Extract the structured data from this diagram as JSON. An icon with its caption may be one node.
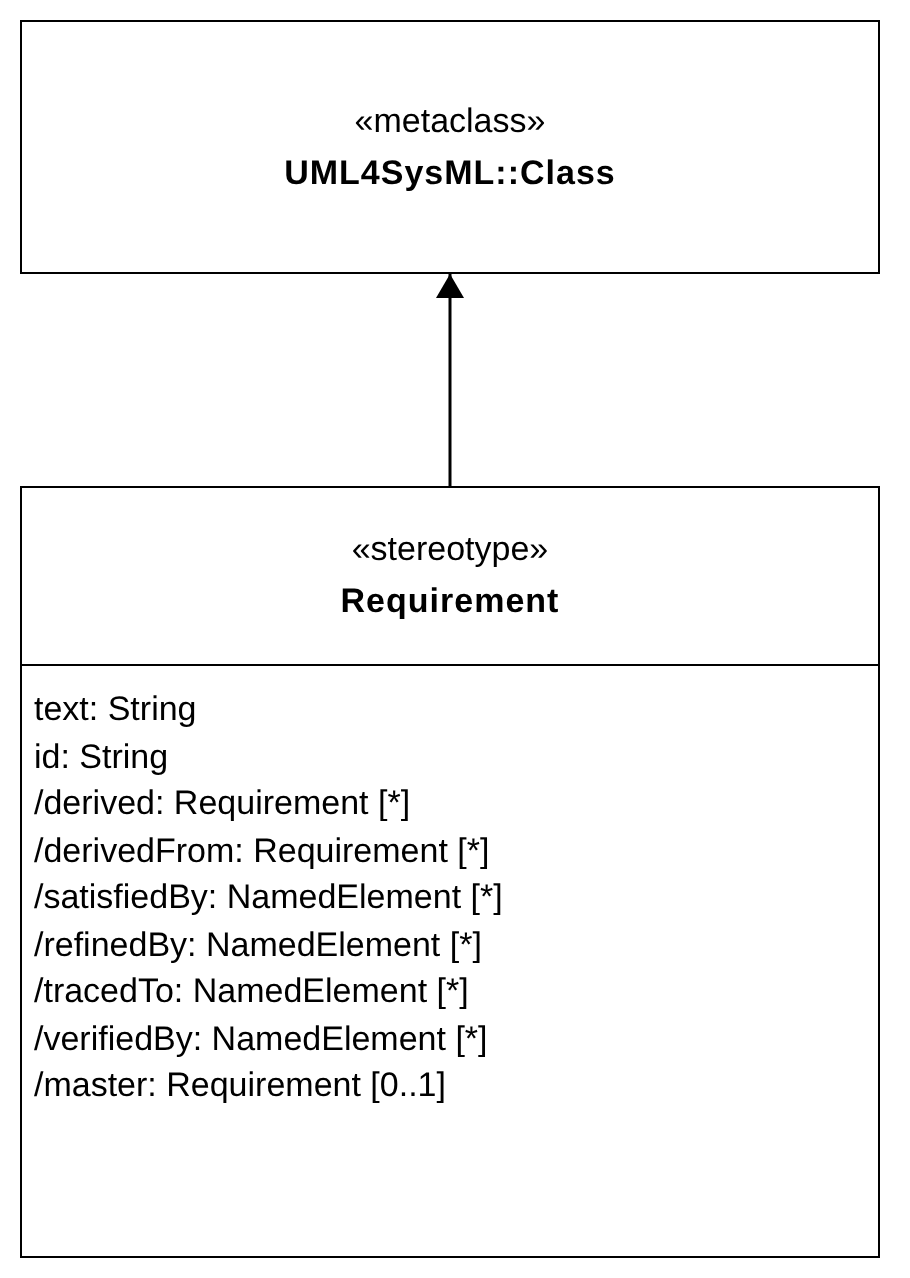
{
  "diagram": {
    "nodes": [
      {
        "text": [
          "«metaclass»",
          "UML4SysML::Class"
        ]
      },
      {
        "text": [
          "«stereotype»",
          "Requirement",
          "text: String",
          "id: String",
          "/derived: Requirement [*]",
          "/derivedFrom: Requirement [*]",
          "/satisfiedBy: NamedElement [*]",
          "/refinedBy: NamedElement [*]",
          "/tracedTo: NamedElement [*]",
          "/verifiedBy: NamedElement [*]",
          "/master: Requirement [0..1]"
        ]
      }
    ],
    "edges": [
      {
        "from": 1,
        "to": 0,
        "arrow": "to"
      }
    ]
  }
}
